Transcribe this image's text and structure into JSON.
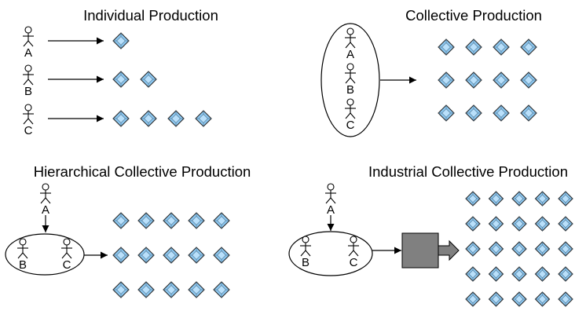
{
  "colors": {
    "gem_fill": "#8ec9f2",
    "gem_stroke": "#2b2b2b",
    "machine_fill": "#808080",
    "line": "#000000"
  },
  "panels": {
    "individual": {
      "title": "Individual Production",
      "actors": [
        "A",
        "B",
        "C"
      ],
      "gem_counts": [
        1,
        2,
        4
      ]
    },
    "collective": {
      "title": "Collective Production",
      "actors": [
        "A",
        "B",
        "C"
      ],
      "gem_rows": 3,
      "gem_cols": 4
    },
    "hierarchical": {
      "title": "Hierarchical Collective Production",
      "leader": "A",
      "team": [
        "B",
        "C"
      ],
      "gem_rows": 3,
      "gem_cols": 5
    },
    "industrial": {
      "title": "Industrial Collective Production",
      "leader": "A",
      "team": [
        "B",
        "C"
      ],
      "machine_icon": "machine-block-icon",
      "gem_rows": 5,
      "gem_cols": 5
    }
  }
}
